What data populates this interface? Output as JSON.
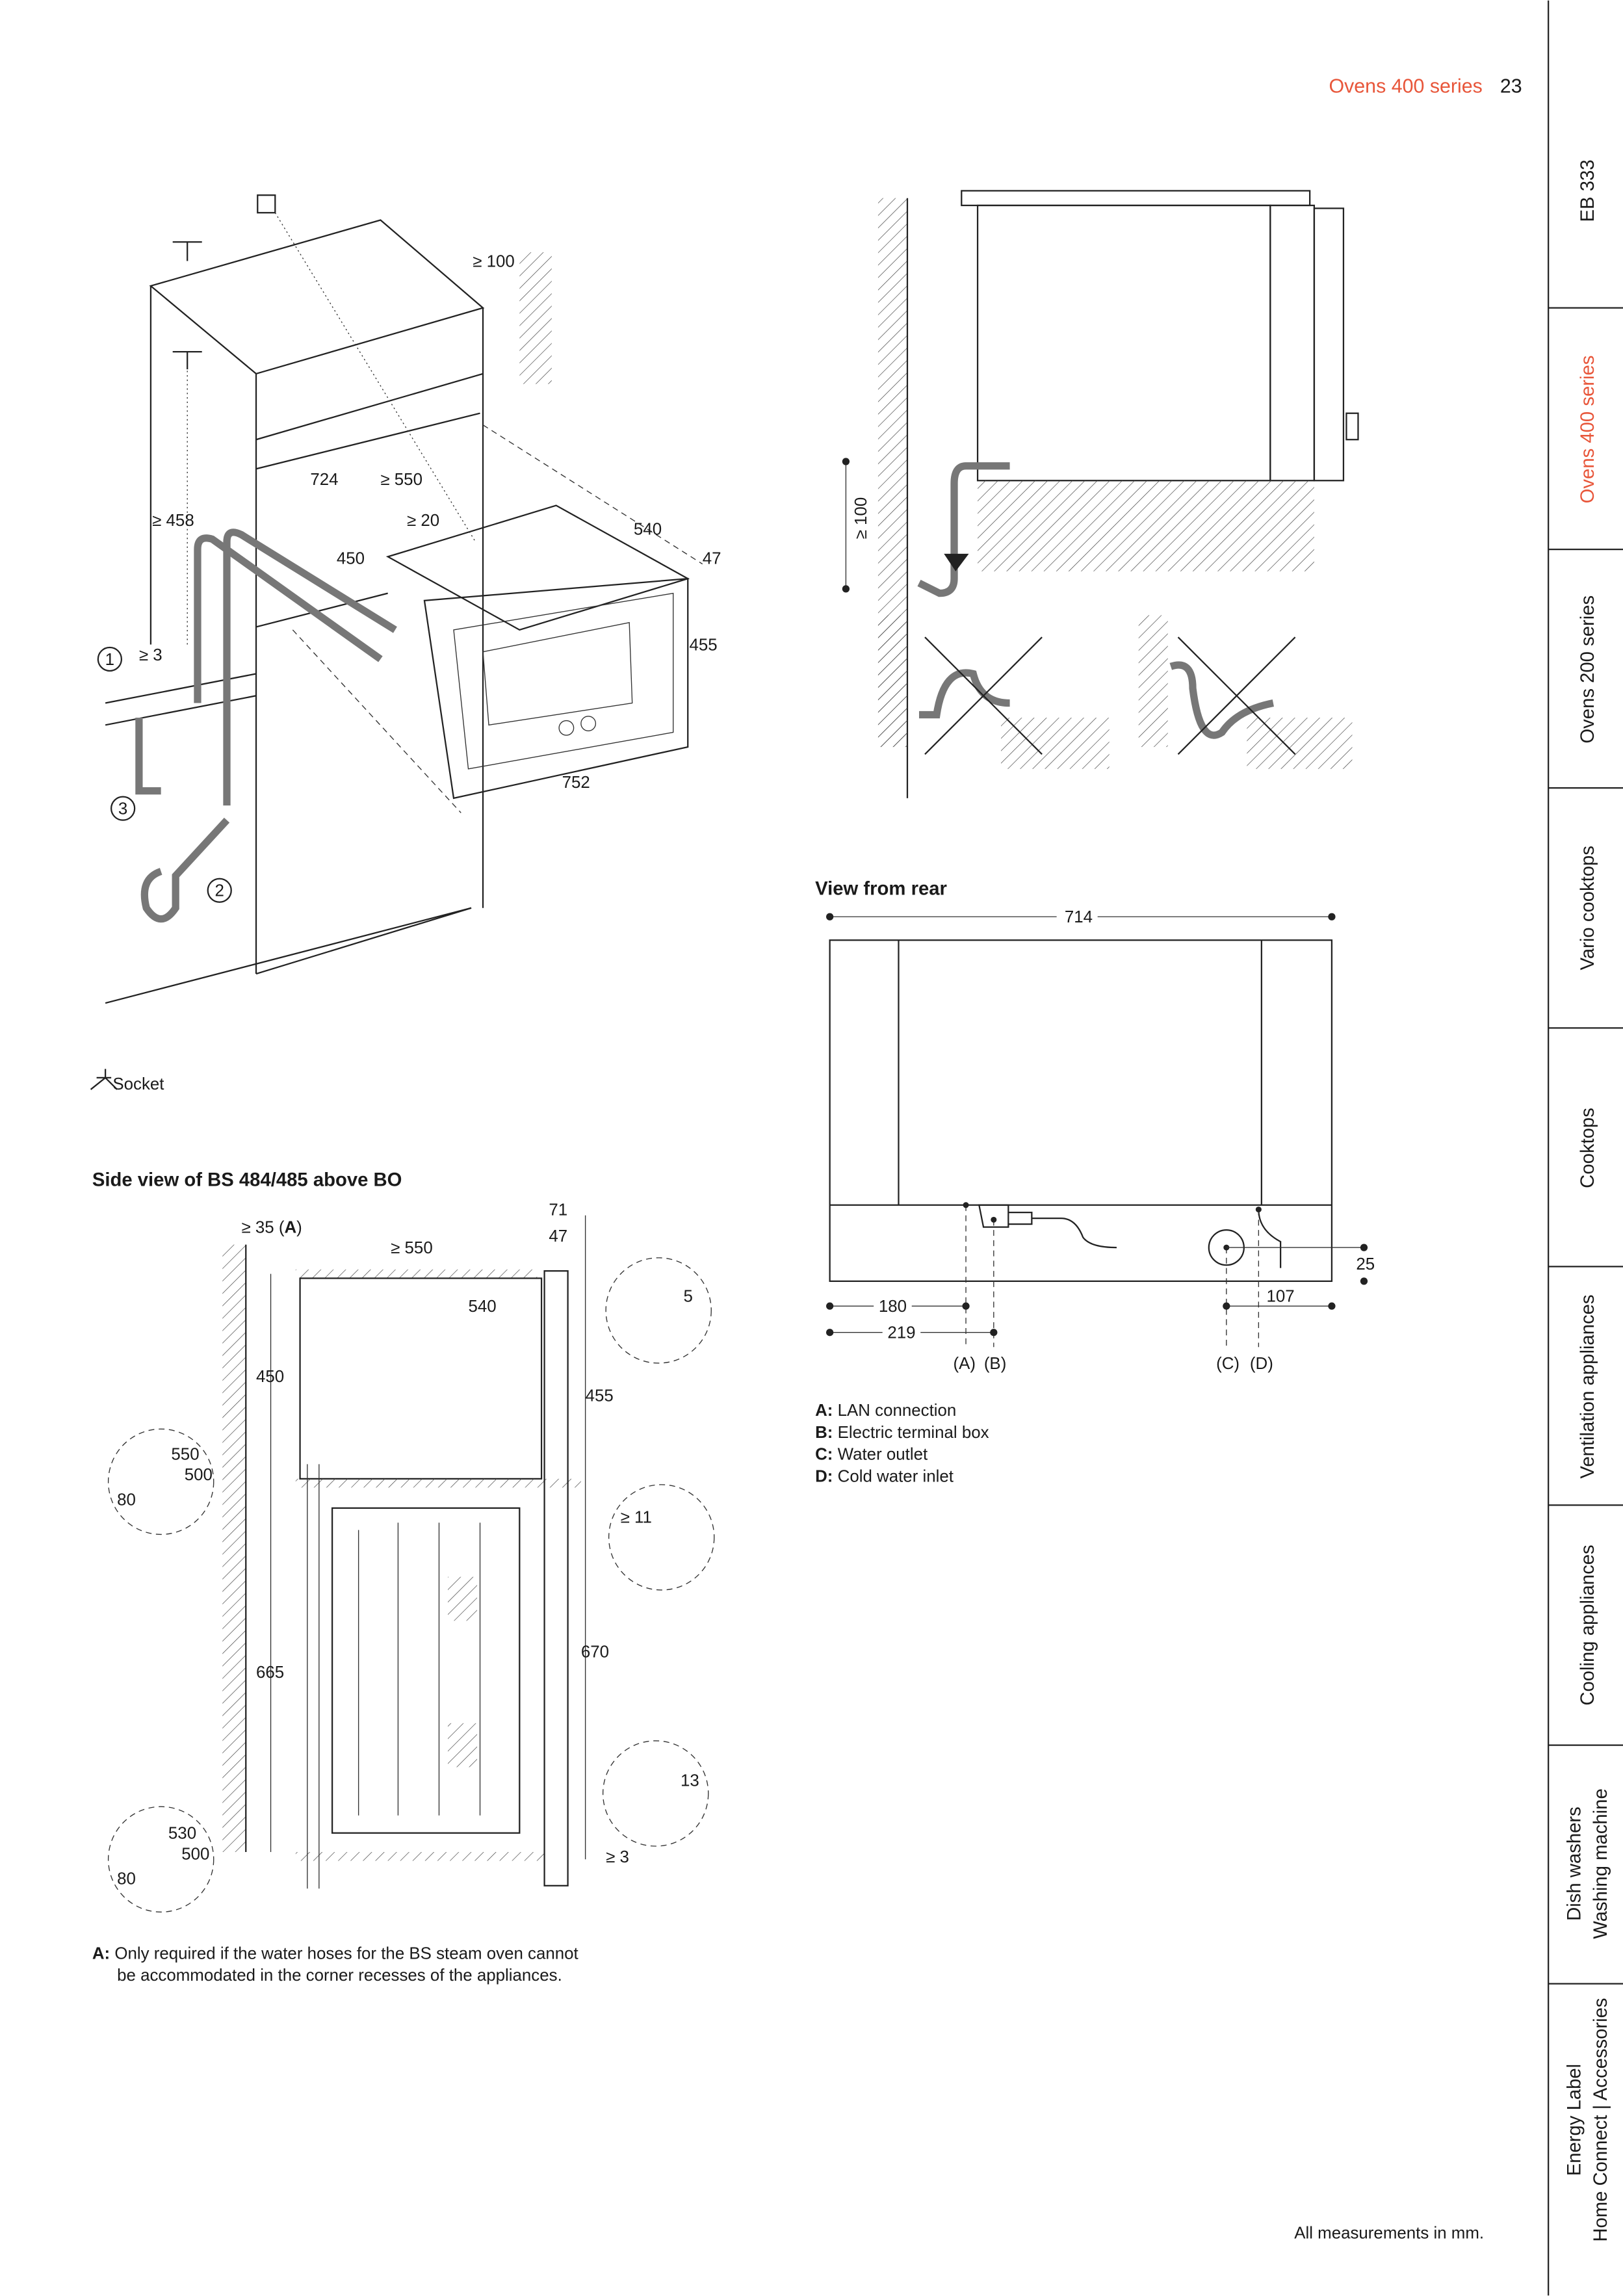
{
  "header": {
    "section": "Ovens 400 series",
    "page_number": "23"
  },
  "side_tabs": [
    {
      "line1": "EB 333",
      "active": false
    },
    {
      "line1": "Ovens 400 series",
      "active": true
    },
    {
      "line1": "Ovens 200 series",
      "active": false
    },
    {
      "line1": "Vario cooktops",
      "active": false
    },
    {
      "line1": "Cooktops",
      "active": false
    },
    {
      "line1": "Ventilation appliances",
      "active": false
    },
    {
      "line1": "Cooling appliances",
      "active": false
    },
    {
      "line1": "Dish washers",
      "line2": "Washing machine",
      "active": false
    },
    {
      "line1": "Energy Label",
      "line2": "Home Connect | Accessories",
      "active": false
    }
  ],
  "accent_color": "#e8563a",
  "iso_diagram": {
    "dims": {
      "top_clear": "≥ 100",
      "width_724": "724",
      "depth_550": "≥ 550",
      "height_458": "≥ 458",
      "gap_20": "≥ 20",
      "height_450": "450",
      "depth_540": "540",
      "d47": "47",
      "h455": "455",
      "gap_3": "≥ 3",
      "w752": "752"
    },
    "callouts": [
      "1",
      "2",
      "3"
    ]
  },
  "legend": {
    "socket": "Socket"
  },
  "side_view": {
    "title": "Side view of BS 484/485 above BO",
    "dims": {
      "d35": "≥ 35 (",
      "d35_bold": "A",
      "d35_end": ")",
      "d550": "≥ 550",
      "d71": "71",
      "d47": "47",
      "d540": "540",
      "d5": "5",
      "d450": "450",
      "d455": "455",
      "d550b": "550",
      "d500a": "500",
      "d80a": "80",
      "d11": "≥ 11",
      "d665": "665",
      "d670": "670",
      "d13": "13",
      "d530": "530",
      "d500b": "500",
      "d80b": "80",
      "d3": "≥ 3"
    },
    "note": {
      "key": "A:",
      "line1": "Only required if the water hoses for the BS steam oven cannot",
      "line2": "be accommodated in the corner recesses of the appliances."
    }
  },
  "drain_view": {
    "dim": "≥ 100"
  },
  "rear_view": {
    "title": "View from rear",
    "dims": {
      "w714": "714",
      "d180": "180",
      "d219": "219",
      "d107": "107",
      "d25": "25"
    },
    "markers": [
      "(A)",
      "(B)",
      "(C)",
      "(D)"
    ],
    "legend": [
      {
        "key": "A:",
        "text": "LAN connection"
      },
      {
        "key": "B:",
        "text": "Electric terminal box"
      },
      {
        "key": "C:",
        "text": "Water outlet"
      },
      {
        "key": "D:",
        "text": "Cold water inlet"
      }
    ]
  },
  "footer": {
    "note": "All measurements in mm."
  }
}
